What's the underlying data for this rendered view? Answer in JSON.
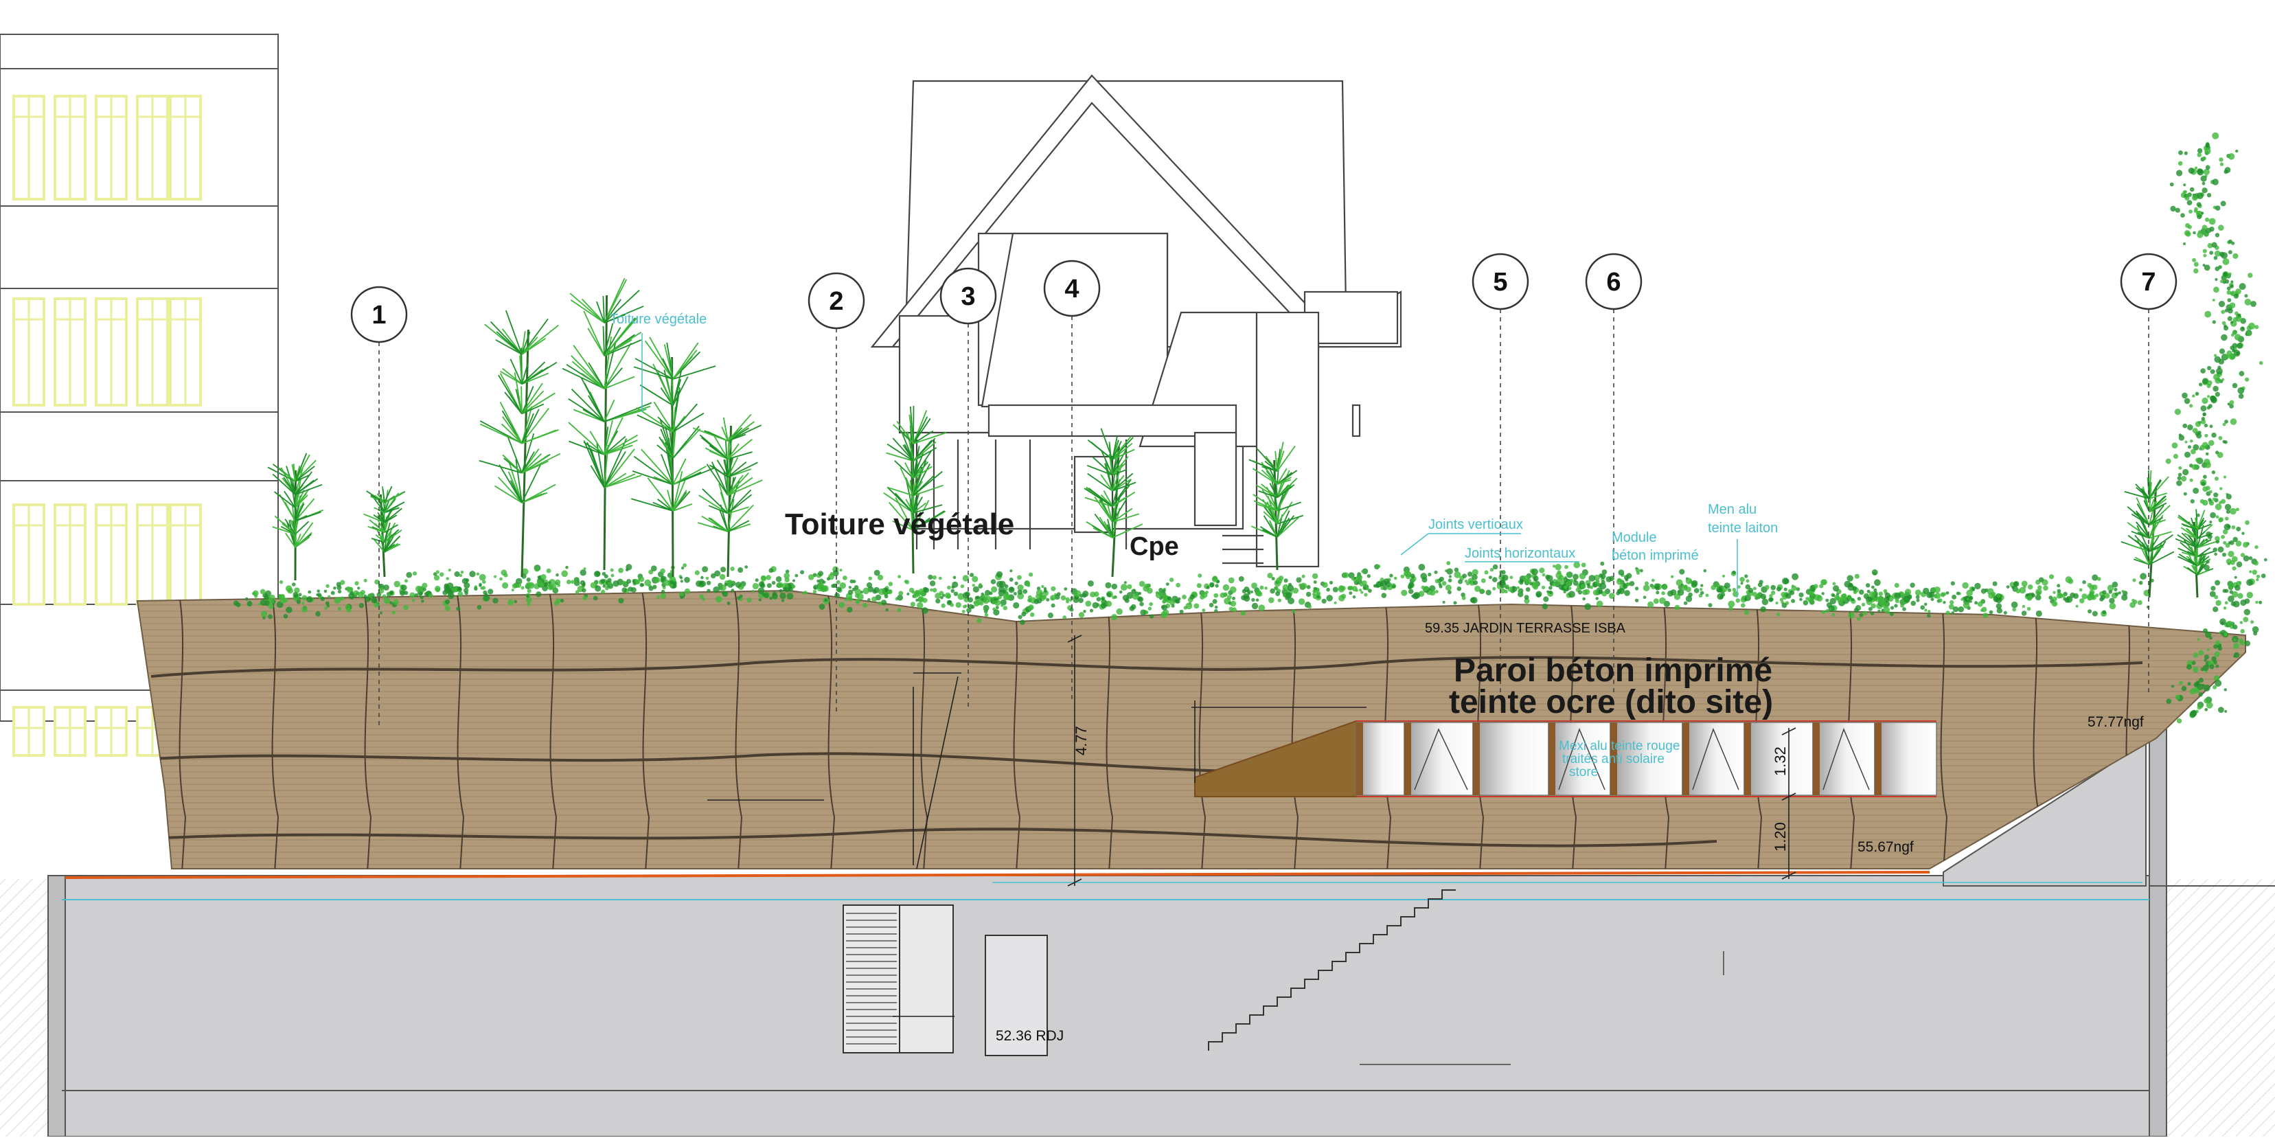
{
  "markers": [
    "1",
    "2",
    "3",
    "4",
    "5",
    "6",
    "7"
  ],
  "labels": {
    "roof_small": "Toiture végétale",
    "roof_big": "Toiture végétale",
    "cpe": "Cpe",
    "joints_vert": "Joints verticaux",
    "joints_horiz": "Joints horizontaux",
    "module_1": "Module",
    "module_2": "béton imprimé",
    "men_1": "Men alu",
    "men_2": "teinte laiton",
    "jardin": "59.35 JARDIN TERRASSE ISBA",
    "paroi_1": "Paroi béton imprimé",
    "paroi_2": "teinte ocre (dito site)",
    "mexi_1": "Mexi alu teinte rouge",
    "mexi_2": "traités anti solaire",
    "mexi_3": "store",
    "ngf_top": "57.77ngf",
    "ngf_mid": "55.67ngf",
    "rdj": "52.36 RDJ",
    "dim_477": "4.77",
    "dim_132": "1.32",
    "dim_120": "1.20"
  },
  "colors": {
    "wall": "#b09a7a",
    "wall_dark": "#8c7556",
    "leaf": "#3fb83a",
    "leaf_dark": "#1f8f2a",
    "annotation": "#4bbfd0",
    "ground": "#cfcfd1",
    "window_frame": "#8b5a2b",
    "yellow_window": "#e9ef9a"
  }
}
